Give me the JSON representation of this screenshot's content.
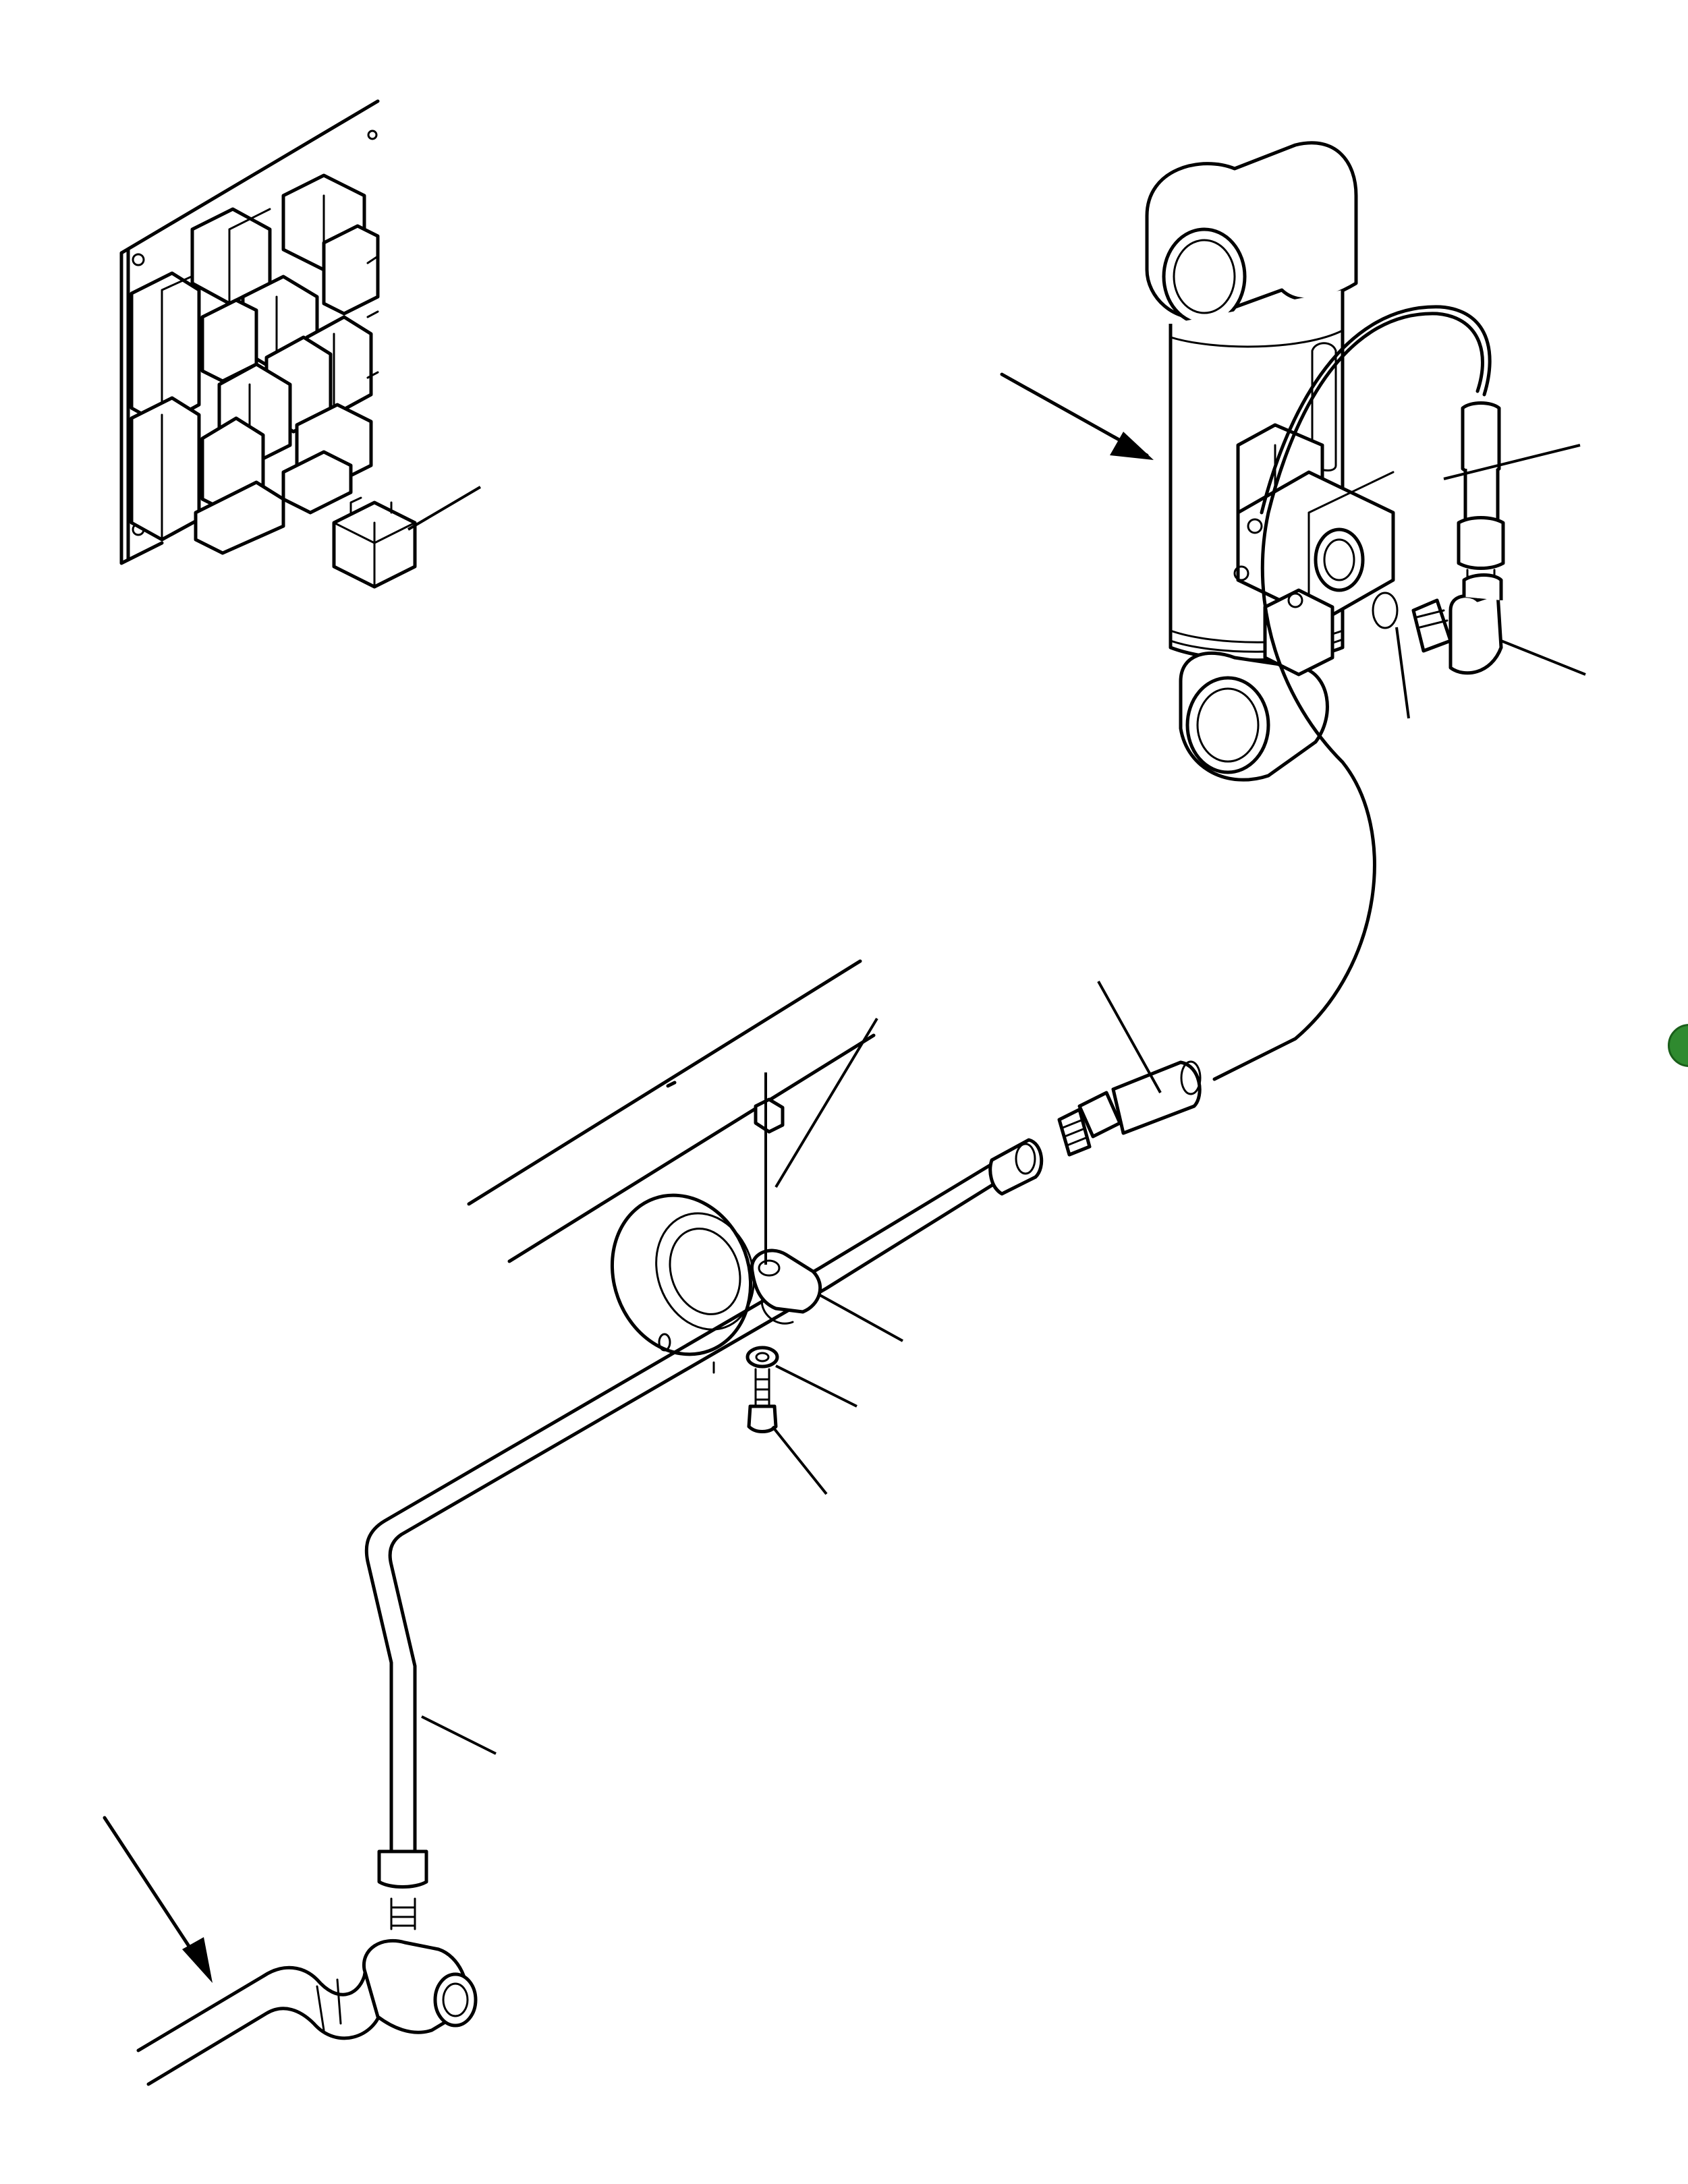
{
  "figure": {
    "kind": "exploded-parts-view",
    "line_color": "#000000",
    "background": "#ffffff",
    "badge_color": "#2f8a2f"
  },
  "components": [
    "relay-panel",
    "relay",
    "hydraulic-cylinder",
    "valve-block",
    "sensor-cable",
    "sensor",
    "elbow-fitting",
    "o-ring",
    "pipe-clamp",
    "washer",
    "bolt",
    "hydraulic-tube",
    "tube-fitting",
    "tee-fitting"
  ]
}
